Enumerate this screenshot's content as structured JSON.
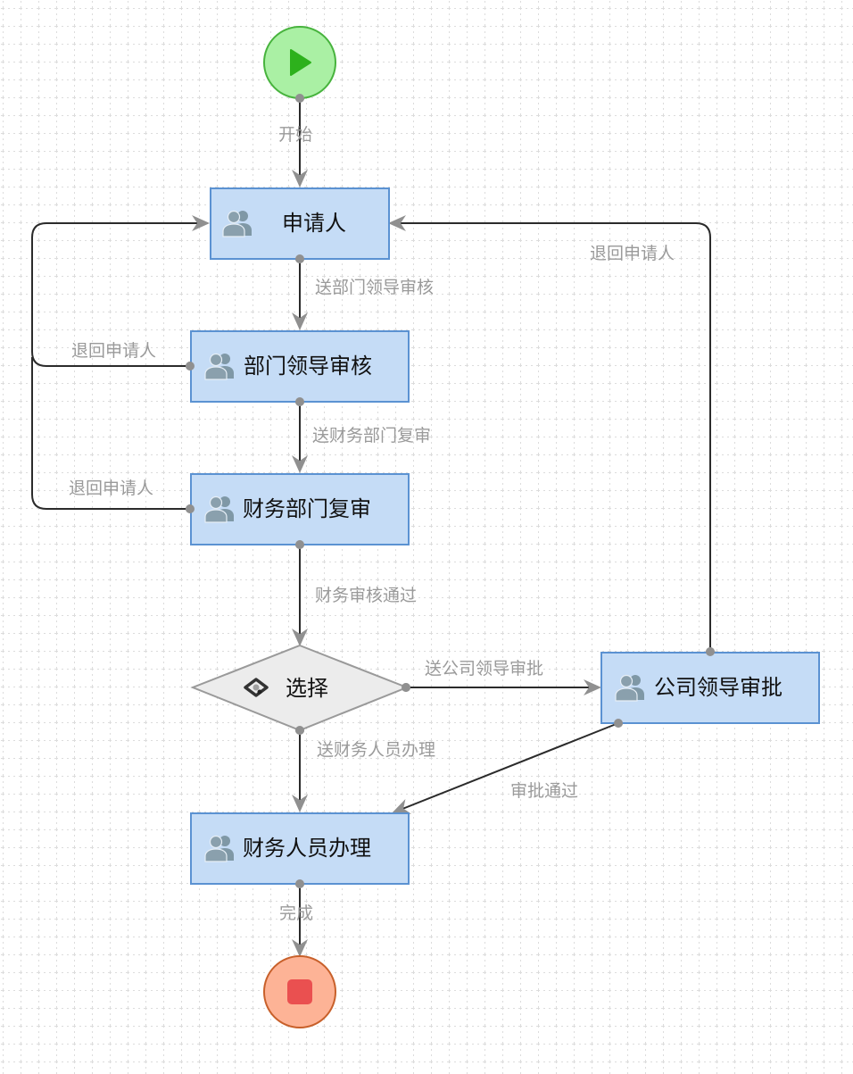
{
  "diagram": {
    "type": "workflow",
    "colors": {
      "task_fill": "#c5dcf6",
      "task_stroke": "#5b92d2",
      "start_fill": "#aaf0a4",
      "start_stroke": "#47b33d",
      "start_icon": "#2db11c",
      "end_fill": "#fdb396",
      "end_stroke": "#c8602a",
      "end_icon": "#ea5050",
      "gateway_fill": "#ececec",
      "gateway_stroke": "#9a9a9a",
      "edge": "#2b2b2b",
      "arrow": "#909090",
      "edge_label": "#9a9a9a"
    },
    "nodes": {
      "start": {
        "type": "start-event",
        "icon": "play-icon"
      },
      "applicant": {
        "type": "user-task",
        "label": "申请人",
        "icon": "users-icon"
      },
      "dept_review": {
        "type": "user-task",
        "label": "部门领导审核",
        "icon": "users-icon"
      },
      "finance_review": {
        "type": "user-task",
        "label": "财务部门复审",
        "icon": "users-icon"
      },
      "choice": {
        "type": "exclusive-gateway",
        "label": "选择",
        "icon": "gateway-icon"
      },
      "company_approval": {
        "type": "user-task",
        "label": "公司领导审批",
        "icon": "users-icon"
      },
      "finance_staff": {
        "type": "user-task",
        "label": "财务人员办理",
        "icon": "users-icon"
      },
      "end": {
        "type": "end-event",
        "icon": "stop-icon"
      }
    },
    "edges": {
      "start_to_applicant": {
        "from": "start",
        "to": "applicant",
        "label": "开始"
      },
      "applicant_to_dept": {
        "from": "applicant",
        "to": "dept_review",
        "label": "送部门领导审核"
      },
      "dept_back": {
        "from": "dept_review",
        "to": "applicant",
        "label": "退回申请人"
      },
      "dept_to_finance": {
        "from": "dept_review",
        "to": "finance_review",
        "label": "送财务部门复审"
      },
      "finance_back": {
        "from": "finance_review",
        "to": "applicant",
        "label": "退回申请人"
      },
      "finance_to_choice": {
        "from": "finance_review",
        "to": "choice",
        "label": "财务审核通过"
      },
      "choice_to_company": {
        "from": "choice",
        "to": "company_approval",
        "label": "送公司领导审批"
      },
      "company_back": {
        "from": "company_approval",
        "to": "applicant",
        "label": "退回申请人"
      },
      "choice_to_staff": {
        "from": "choice",
        "to": "finance_staff",
        "label": "送财务人员办理"
      },
      "company_to_staff": {
        "from": "company_approval",
        "to": "finance_staff",
        "label": "审批通过"
      },
      "staff_to_end": {
        "from": "finance_staff",
        "to": "end",
        "label": "完成"
      }
    }
  }
}
